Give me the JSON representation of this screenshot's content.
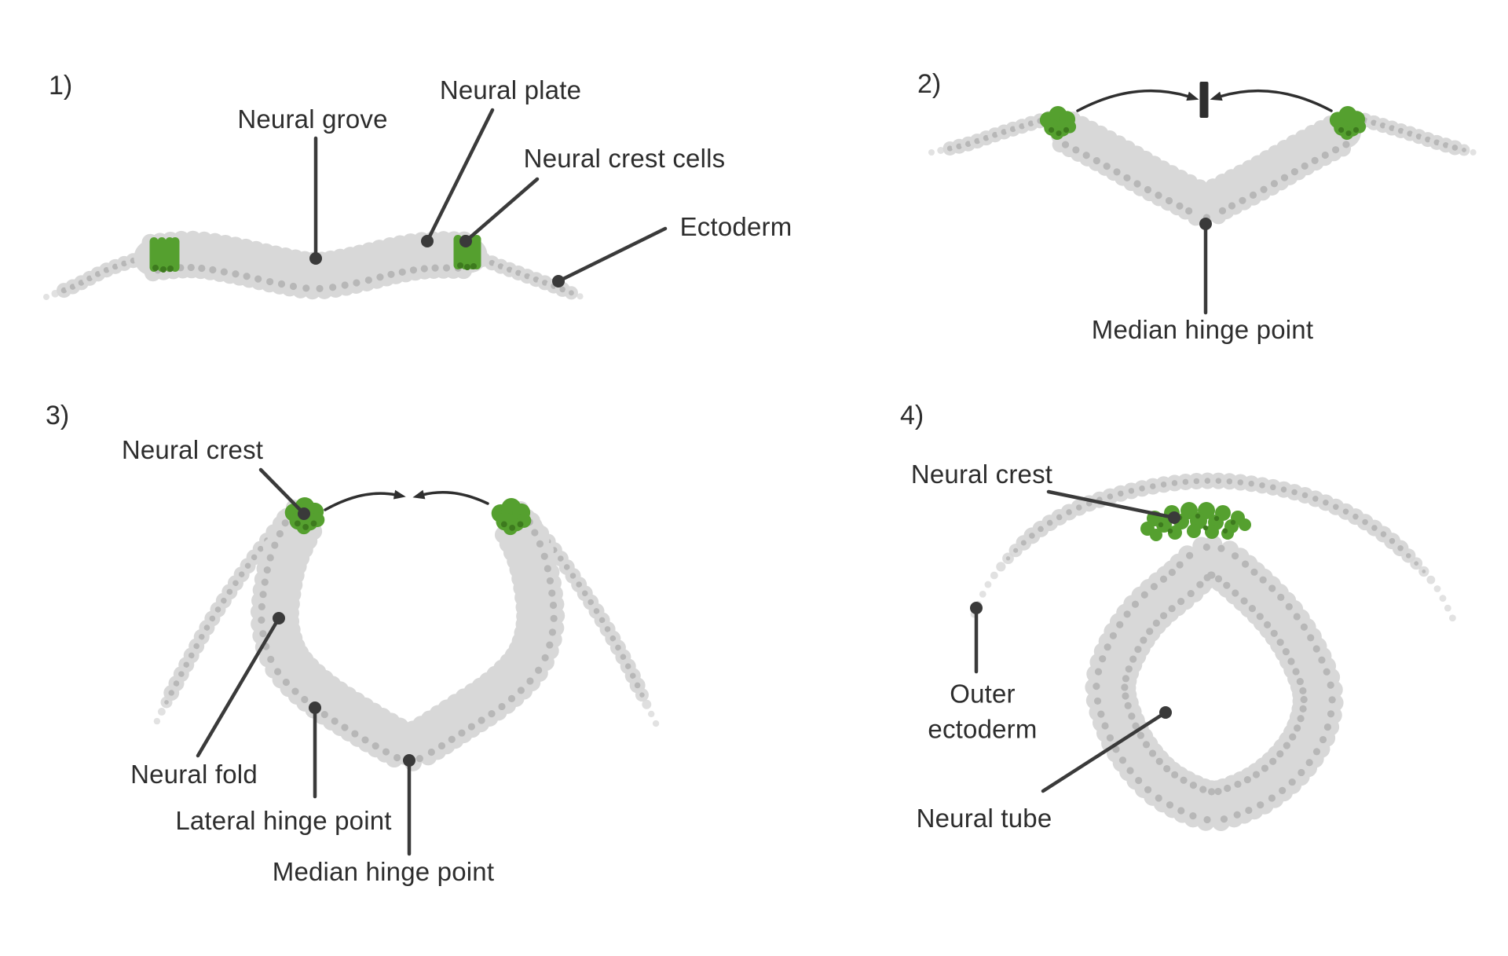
{
  "figure": {
    "type": "biology-diagram",
    "subject": "Neurulation / neural tube formation stages"
  },
  "colors": {
    "background": "#ffffff",
    "cell_gray": "#d8d8d8",
    "nucleus_gray": "#b7b7b7",
    "crest_green": "#55a02f",
    "crest_green_dark": "#3d7a1e",
    "annotation_line": "#3a3a3a",
    "arrow_black": "#2f2f2f",
    "text": "#2d2d2d"
  },
  "panels": {
    "p1": {
      "number": "1)",
      "labels": {
        "neural_groove": "Neural grove",
        "neural_plate": "Neural plate",
        "neural_crest_cells": "Neural crest cells",
        "ectoderm": "Ectoderm"
      }
    },
    "p2": {
      "number": "2)",
      "labels": {
        "median_hinge_point": "Median hinge point"
      }
    },
    "p3": {
      "number": "3)",
      "labels": {
        "neural_crest": "Neural crest",
        "neural_fold": "Neural fold",
        "lateral_hinge_point": "Lateral hinge point",
        "median_hinge_point": "Median hinge point"
      }
    },
    "p4": {
      "number": "4)",
      "labels": {
        "neural_crest": "Neural crest",
        "outer_ectoderm": "Outer ectoderm",
        "neural_tube": "Neural tube"
      }
    }
  }
}
